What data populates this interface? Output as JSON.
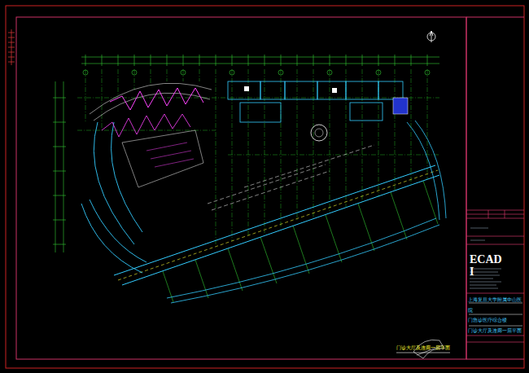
{
  "diagram": {
    "nodes": [
      {
        "text": [
          "ECADI"
        ]
      },
      {
        "text": [
          "上海复旦大学附属中山医院",
          "门急诊医疗综合楼",
          "门诊大厅及连廊一层平面"
        ]
      }
    ],
    "labels": [
      "门诊大厅及连廊一层平面"
    ]
  }
}
